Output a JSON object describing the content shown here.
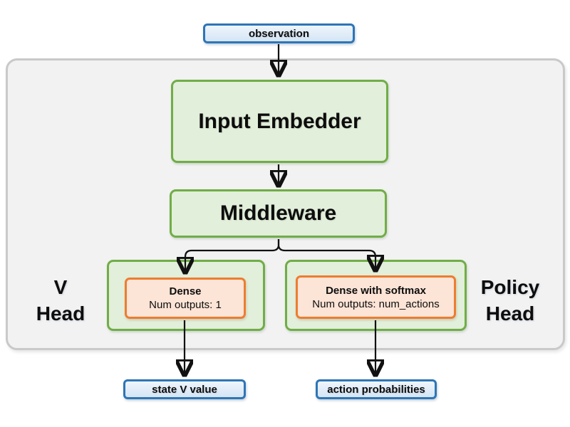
{
  "nodes": {
    "observation": "observation",
    "input_embedder": "Input Embedder",
    "middleware": "Middleware",
    "v_head": {
      "line1": "V",
      "line2": "Head"
    },
    "policy_head": {
      "line1": "Policy",
      "line2": "Head"
    },
    "v_dense": {
      "title": "Dense",
      "subtitle": "Num outputs: 1"
    },
    "policy_dense": {
      "title": "Dense with softmax",
      "subtitle": "Num outputs: num_actions"
    },
    "state_v_value": "state V value",
    "action_probabilities": "action probabilities"
  },
  "icons": {
    "arrowhead": "down-arrowhead-icon"
  },
  "colors": {
    "io-border": "#2e75b6",
    "io-fill-top": "#eef5fc",
    "io-fill-bot": "#d5e5f5",
    "block-border": "#70ad47",
    "block-fill": "#e2efda",
    "layer-border": "#ed7d31",
    "layer-fill": "#fce4d6",
    "group-fill": "#f2f2f2",
    "group-border": "#c9c9c9",
    "arrow": "#111111"
  }
}
